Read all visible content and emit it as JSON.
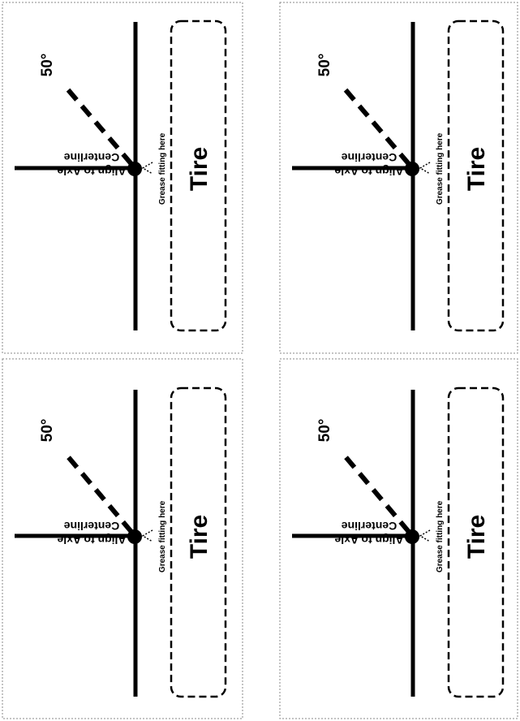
{
  "panels": [
    {
      "label_align_line1": "Align to Axle",
      "label_align_line2": "Centerline",
      "label_angle": "50°",
      "label_fitting": "Grease fitting here",
      "label_tire": "Tire"
    },
    {
      "label_align_line1": "Align to Axle",
      "label_align_line2": "Centerline",
      "label_angle": "50°",
      "label_fitting": "Grease fitting here",
      "label_tire": "Tire"
    },
    {
      "label_align_line1": "Align to Axle",
      "label_align_line2": "Centerline",
      "label_angle": "50°",
      "label_fitting": "Grease fitting here",
      "label_tire": "Tire"
    },
    {
      "label_align_line1": "Align to Axle",
      "label_align_line2": "Centerline",
      "label_angle": "50°",
      "label_fitting": "Grease fitting here",
      "label_tire": "Tire"
    }
  ],
  "colors": {
    "ink": "#000000",
    "border": "#888888",
    "background": "#ffffff"
  }
}
